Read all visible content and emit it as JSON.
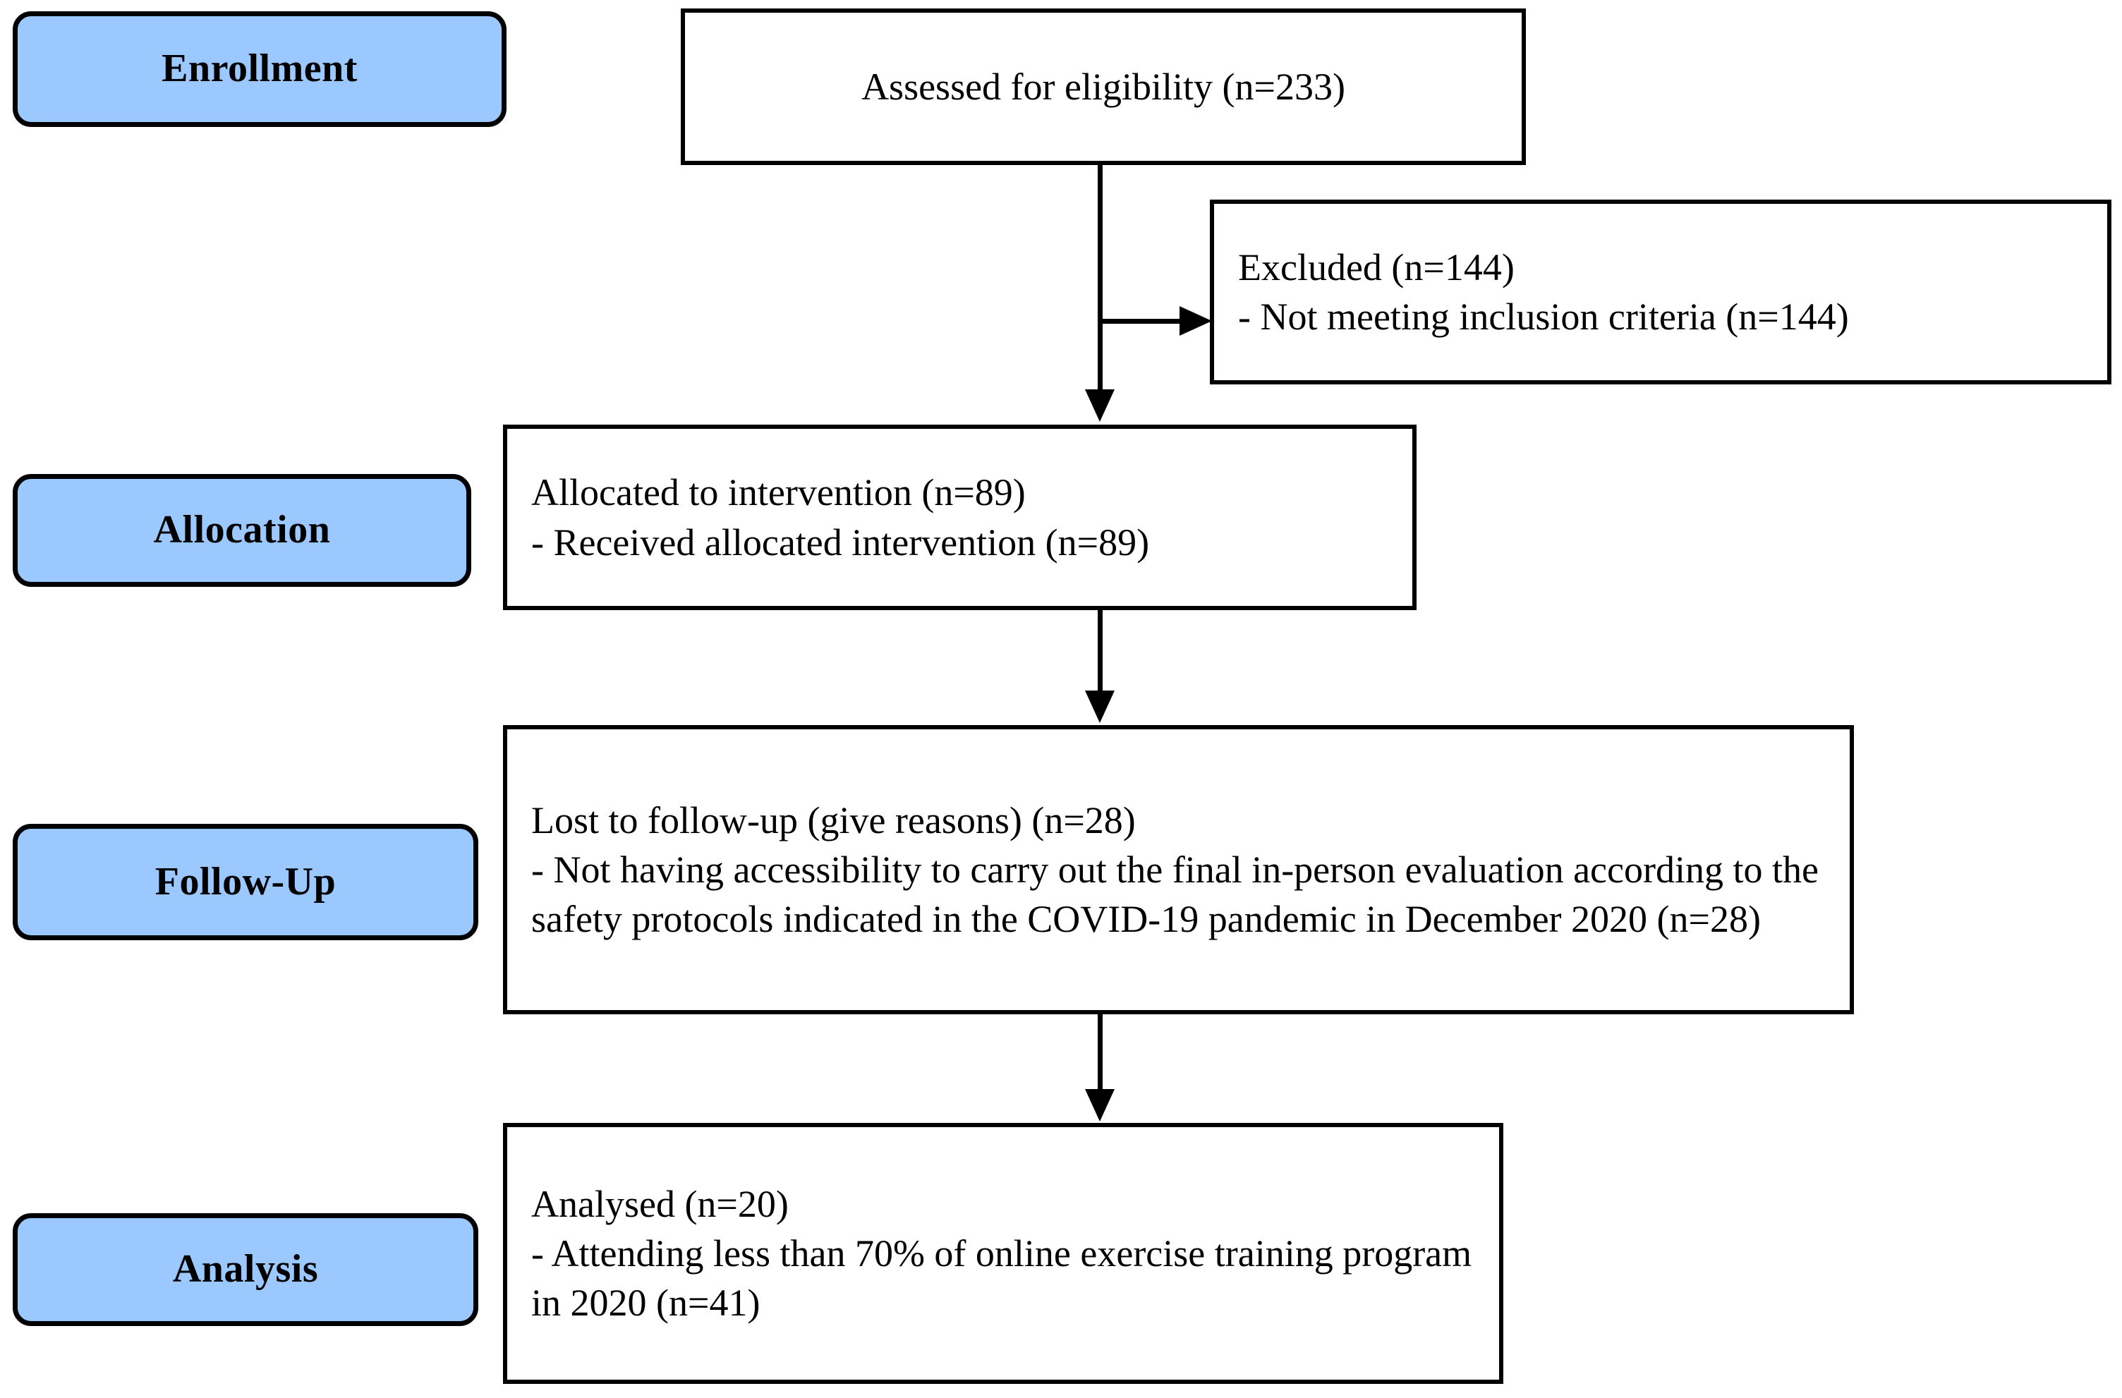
{
  "diagram": {
    "title": "CONSORT participant flow diagram",
    "colors": {
      "stage_fill": "#9BC9FF",
      "box_fill": "#FFFFFF",
      "stroke": "#000000"
    },
    "stages": [
      {
        "id": "enrollment",
        "label": "Enrollment"
      },
      {
        "id": "allocation",
        "label": "Allocation"
      },
      {
        "id": "followup",
        "label": "Follow-Up"
      },
      {
        "id": "analysis",
        "label": "Analysis"
      }
    ],
    "boxes": {
      "assessed": {
        "line1": "Assessed for eligibility (n=233)"
      },
      "excluded": {
        "line1": "Excluded (n=144)",
        "line2": "- Not meeting inclusion criteria (n=144)"
      },
      "allocated": {
        "line1": "Allocated to intervention (n=89)",
        "line2": "- Received allocated intervention (n=89)"
      },
      "lost": {
        "line1": "Lost to follow-up (give reasons) (n=28)",
        "line2": "- Not having accessibility to carry out the final in-person evaluation according to the safety protocols indicated in the COVID-19 pandemic in December 2020 (n=28)"
      },
      "analysed": {
        "line1": "Analysed (n=20)",
        "line2": "- Attending less than 70% of online exercise training program in 2020 (n=41)"
      }
    },
    "counts": {
      "assessed_n": 233,
      "excluded_n": 144,
      "not_meeting_inclusion_n": 144,
      "allocated_n": 89,
      "received_allocated_n": 89,
      "lost_followup_n": 28,
      "no_accessibility_n": 28,
      "analysed_n": 20,
      "low_attendance_n": 41,
      "attendance_threshold_percent": 70
    }
  }
}
